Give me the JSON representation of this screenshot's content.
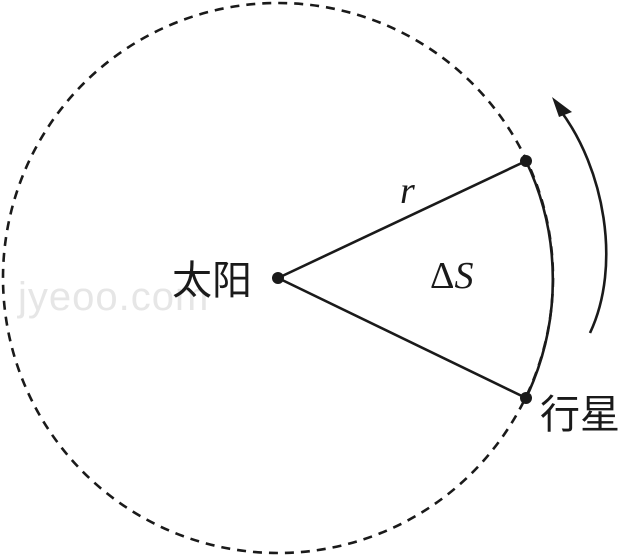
{
  "labels": {
    "sun": "太阳",
    "planet": "行星",
    "radius": "r",
    "area_delta": "Δ",
    "area_symbol": "S"
  },
  "watermark": "jyeoo.com",
  "colors": {
    "line": "#1a1a1a",
    "background": "#ffffff"
  }
}
